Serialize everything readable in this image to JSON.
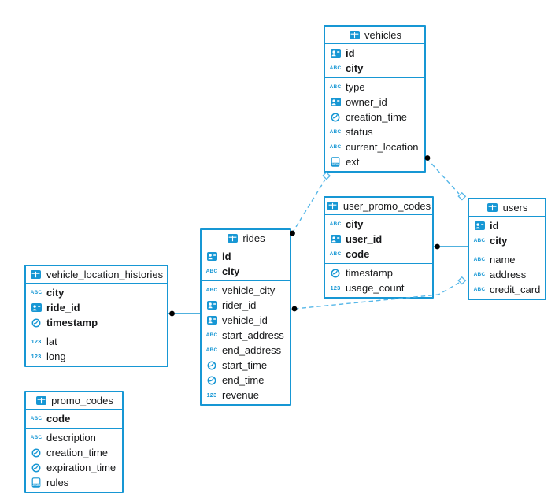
{
  "colors": {
    "accent": "#1797d4",
    "dashed_relation_line": "#56b7e8",
    "solid_relation_line": "#1797d4",
    "relation_dot": "#000000",
    "text": "#17181a"
  },
  "icons": {
    "abc": "ABC",
    "num": "123",
    "json_label": "JSON"
  },
  "tables": {
    "vehicles": {
      "title": "vehicles",
      "keys": [
        {
          "name": "id",
          "type": "id"
        },
        {
          "name": "city",
          "type": "string"
        }
      ],
      "fields": [
        {
          "name": "type",
          "type": "string"
        },
        {
          "name": "owner_id",
          "type": "id"
        },
        {
          "name": "creation_time",
          "type": "time"
        },
        {
          "name": "status",
          "type": "string"
        },
        {
          "name": "current_location",
          "type": "string"
        },
        {
          "name": "ext",
          "type": "json"
        }
      ]
    },
    "user_promo_codes": {
      "title": "user_promo_codes",
      "keys": [
        {
          "name": "city",
          "type": "string"
        },
        {
          "name": "user_id",
          "type": "id"
        },
        {
          "name": "code",
          "type": "string"
        }
      ],
      "fields": [
        {
          "name": "timestamp",
          "type": "time"
        },
        {
          "name": "usage_count",
          "type": "number"
        }
      ]
    },
    "users": {
      "title": "users",
      "keys": [
        {
          "name": "id",
          "type": "id"
        },
        {
          "name": "city",
          "type": "string"
        }
      ],
      "fields": [
        {
          "name": "name",
          "type": "string"
        },
        {
          "name": "address",
          "type": "string"
        },
        {
          "name": "credit_card",
          "type": "string"
        }
      ]
    },
    "rides": {
      "title": "rides",
      "keys": [
        {
          "name": "id",
          "type": "id"
        },
        {
          "name": "city",
          "type": "string"
        }
      ],
      "fields": [
        {
          "name": "vehicle_city",
          "type": "string"
        },
        {
          "name": "rider_id",
          "type": "id"
        },
        {
          "name": "vehicle_id",
          "type": "id"
        },
        {
          "name": "start_address",
          "type": "string"
        },
        {
          "name": "end_address",
          "type": "string"
        },
        {
          "name": "start_time",
          "type": "time"
        },
        {
          "name": "end_time",
          "type": "time"
        },
        {
          "name": "revenue",
          "type": "number"
        }
      ]
    },
    "vehicle_location_histories": {
      "title": "vehicle_location_histories",
      "keys": [
        {
          "name": "city",
          "type": "string"
        },
        {
          "name": "ride_id",
          "type": "id"
        },
        {
          "name": "timestamp",
          "type": "time"
        }
      ],
      "fields": [
        {
          "name": "lat",
          "type": "number"
        },
        {
          "name": "long",
          "type": "number"
        }
      ]
    },
    "promo_codes": {
      "title": "promo_codes",
      "keys": [
        {
          "name": "code",
          "type": "string"
        }
      ],
      "fields": [
        {
          "name": "description",
          "type": "string"
        },
        {
          "name": "creation_time",
          "type": "time"
        },
        {
          "name": "expiration_time",
          "type": "time"
        },
        {
          "name": "rules",
          "type": "json"
        }
      ]
    }
  },
  "relations": [
    {
      "from": "vehicle_location_histories",
      "to": "rides",
      "line": "solid"
    },
    {
      "from": "user_promo_codes",
      "to": "users",
      "line": "solid"
    },
    {
      "from": "rides",
      "to": "vehicles",
      "line": "dashed"
    },
    {
      "from": "vehicles",
      "to": "users",
      "line": "dashed"
    },
    {
      "from": "rides",
      "to": "users",
      "line": "dashed"
    }
  ]
}
